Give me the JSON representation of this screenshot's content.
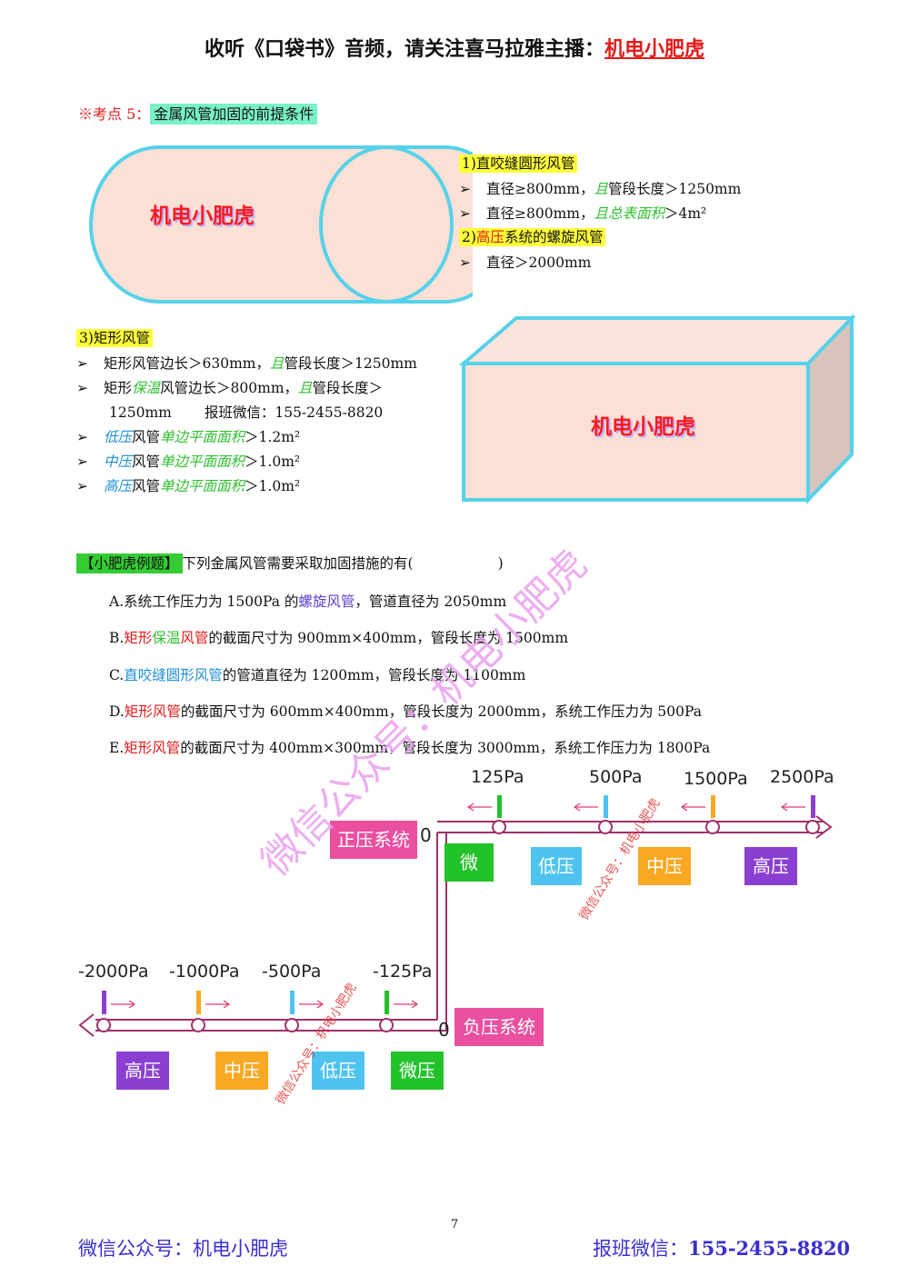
{
  "header": {
    "prefix": "收听《口袋书》音频，请关注喜马拉雅主播：",
    "brand": "机电小肥虎"
  },
  "kaodian": {
    "label": "※考点 5：",
    "title": "金属风管加固的前提条件"
  },
  "logo_text": "机电小肥虎",
  "round": {
    "title": "1)直咬缝圆形风管",
    "b1_a": "直径≥800mm，",
    "b1_b": "且",
    "b1_c": "管段长度＞1250mm",
    "b2_a": "直径≥800mm，",
    "b2_b": "且总表面积",
    "b2_c": "＞4m²",
    "spiral_pre": "2)",
    "spiral_red": "高压",
    "spiral_post": "系统的螺旋风管",
    "b3": "直径＞2000mm"
  },
  "rect": {
    "title": "3)矩形风管",
    "b1_a": "矩形风管边长＞630mm，",
    "b1_b": "且",
    "b1_c": "管段长度＞1250mm",
    "b2_a": "矩形",
    "b2_b": "保温",
    "b2_c": "风管边长＞800mm，",
    "b2_d": "且",
    "b2_e": "管段长度＞",
    "b2_f": "1250mm",
    "b2_g": "报班微信：155-2455-8820",
    "b3_a": "低压",
    "b3_b": "风管",
    "b3_c": "单边平面面积",
    "b3_d": "＞1.2m²",
    "b4_a": "中压",
    "b4_b": "风管",
    "b4_c": "单边平面面积",
    "b4_d": "＞1.0m²",
    "b5_a": "高压",
    "b5_b": "风管",
    "b5_c": "单边平面面积",
    "b5_d": "＞1.0m²"
  },
  "question": {
    "tag": "【小肥虎例题】",
    "stem": "下列金属风管需要采取加固措施的有(　　　　　　)",
    "a_pre": "A.系统工作压力为 1500Pa 的",
    "a_hl": "螺旋风管",
    "a_post": "，管道直径为 2050mm",
    "b_pre": "B.",
    "b_hl1": "矩形",
    "b_hl2": "保温",
    "b_hl3": "风管",
    "b_post": "的截面尺寸为 900mm×400mm，管段长度为 1500mm",
    "c_pre": "C.",
    "c_hl": "直咬缝圆形风管",
    "c_post": "的管道直径为 1200mm，管段长度为 1100mm",
    "d_pre": "D.",
    "d_hl": "矩形风管",
    "d_post": "的截面尺寸为 600mm×400mm，管段长度为 2000mm，系统工作压力为 500Pa",
    "e_pre": "E.",
    "e_hl": "矩形风管",
    "e_post": "的截面尺寸为 400mm×300mm，管段长度为 3000mm，系统工作压力为 1800Pa"
  },
  "positive": {
    "system": "正压系统",
    "zero": "0",
    "pressures": [
      "125Pa",
      "500Pa",
      "1500Pa",
      "2500Pa"
    ],
    "zones": [
      "微",
      "低压",
      "中压",
      "高压"
    ],
    "zone_colors": [
      "#22c22a",
      "#4fc3f0",
      "#f9a824",
      "#8a3fd1"
    ]
  },
  "negative": {
    "system": "负压系统",
    "zero": "0",
    "pressures": [
      "-2000Pa",
      "-1000Pa",
      "-500Pa",
      "-125Pa"
    ],
    "zones": [
      "高压",
      "中压",
      "低压",
      "微压"
    ],
    "zone_colors": [
      "#8a3fd1",
      "#f9a824",
      "#4fc3f0",
      "#22c22a"
    ]
  },
  "watermarks": {
    "big": "微信公众号：机电小肥虎",
    "small": "微信公众号：机电小肥虎"
  },
  "page_number": "7",
  "footer": {
    "left": "微信公众号：机电小肥虎",
    "right_label": "报班微信：",
    "right_number": "155-2455-8820"
  }
}
